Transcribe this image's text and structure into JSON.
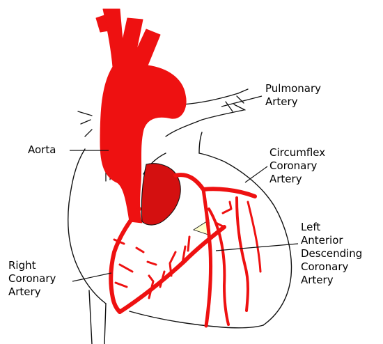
{
  "diagram": {
    "colors": {
      "artery_red": "#ee1111",
      "outline": "#111111",
      "background": "#ffffff",
      "highlight": "#ffffcc"
    },
    "labels": {
      "aorta": {
        "lines": [
          "Aorta"
        ]
      },
      "pulmonary_artery": {
        "lines": [
          "Pulmonary",
          "Artery"
        ]
      },
      "circumflex": {
        "lines": [
          "Circumflex",
          "Coronary",
          "Artery"
        ]
      },
      "lad": {
        "lines": [
          "Left",
          "Anterior",
          "Descending",
          "Coronary",
          "Artery"
        ]
      },
      "right_coronary": {
        "lines": [
          "Right",
          "Coronary",
          "Artery"
        ]
      }
    }
  }
}
